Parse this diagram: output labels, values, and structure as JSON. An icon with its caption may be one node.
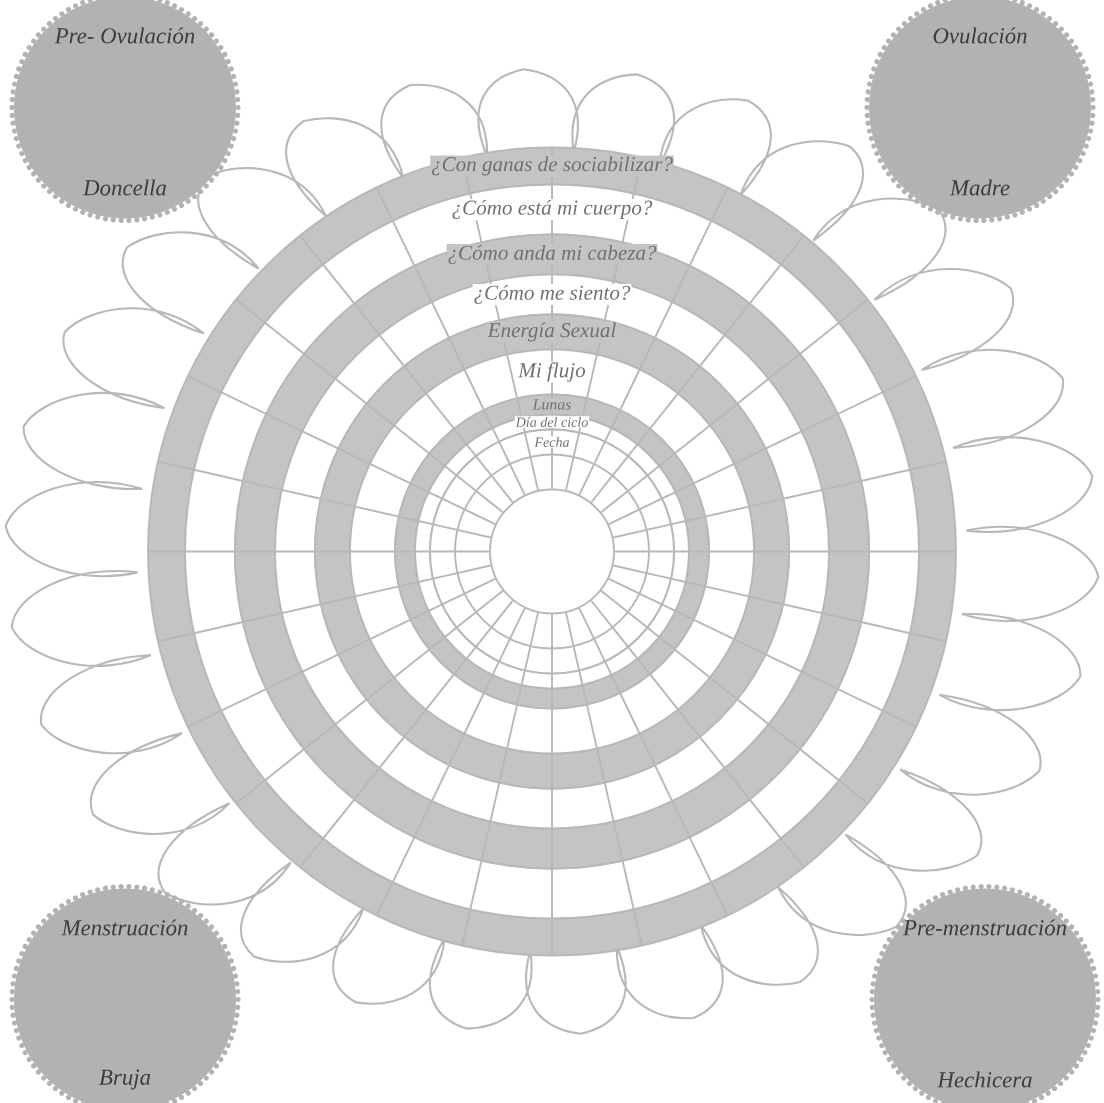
{
  "diagram": {
    "nodes": [
      {
        "text": [
          "Pre- Ovulación",
          "Doncella"
        ]
      },
      {
        "text": [
          "Ovulación",
          "Madre"
        ]
      },
      {
        "text": [
          "¿Con ganas de sociabilizar?"
        ]
      },
      {
        "text": [
          "¿Cómo está mi cuerpo?"
        ],
        "in": 2
      },
      {
        "text": [
          "¿Cómo anda mi cabeza?"
        ],
        "in": 3
      },
      {
        "text": [
          "¿Cómo me siento?"
        ],
        "in": 4
      },
      {
        "text": [
          "Energía Sexual"
        ],
        "in": 5
      },
      {
        "text": [
          "Mi flujo"
        ],
        "in": 6
      },
      {
        "text": [
          "Lunas"
        ],
        "in": 7
      },
      {
        "text": [
          "Día del ciclo"
        ],
        "in": 8
      },
      {
        "text": [
          "Fecha"
        ],
        "in": 9
      },
      {
        "text": [],
        "shape": "circle",
        "in": 10
      },
      {
        "text": [
          "Menstruación",
          "Bruja"
        ]
      },
      {
        "text": [
          "Pre-menstruación",
          "Hechicera"
        ]
      }
    ]
  }
}
